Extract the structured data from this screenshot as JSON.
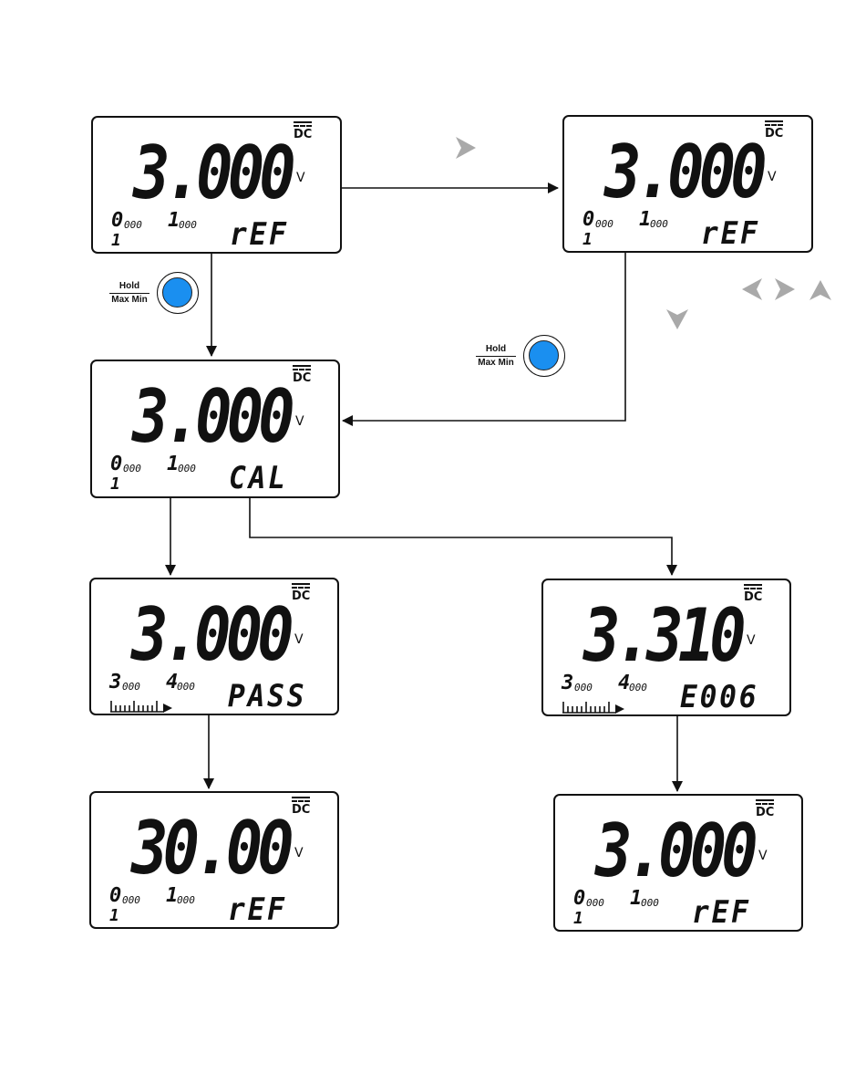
{
  "colors": {
    "line": "#111111",
    "button_fill": "#1a8ff0",
    "nav_icon": "#a9a9a9"
  },
  "displays": [
    {
      "id": "ref-initial",
      "main": "3.000",
      "unit": "V",
      "dc": "DC",
      "mode": "rEF",
      "sub_left_big": "0",
      "sub_left_small": "000",
      "sub_left_below": "1",
      "sub_right_big": "1",
      "sub_right_small": "000"
    },
    {
      "id": "ref-selected",
      "main": "3.000",
      "unit": "V",
      "dc": "DC",
      "mode": "rEF",
      "sub_left_big": "0",
      "sub_left_small": "000",
      "sub_left_below": "1",
      "sub_right_big": "1",
      "sub_right_small": "000"
    },
    {
      "id": "cal",
      "main": "3.000",
      "unit": "V",
      "dc": "DC",
      "mode": "CAL",
      "sub_left_big": "0",
      "sub_left_small": "000",
      "sub_left_below": "1",
      "sub_right_big": "1",
      "sub_right_small": "000"
    },
    {
      "id": "pass",
      "main": "3.000",
      "unit": "V",
      "dc": "DC",
      "mode": "PASS",
      "sub_left_big": "3",
      "sub_left_small": "000",
      "sub_right_big": "4",
      "sub_right_small": "000",
      "bargraph": true
    },
    {
      "id": "error",
      "main": "3.310",
      "unit": "V",
      "dc": "DC",
      "mode": "E006",
      "sub_left_big": "3",
      "sub_left_small": "000",
      "sub_right_big": "4",
      "sub_right_small": "000",
      "bargraph": true
    },
    {
      "id": "ref-after-pass",
      "main": "30.00",
      "unit": "V",
      "dc": "DC",
      "mode": "rEF",
      "sub_left_big": "0",
      "sub_left_small": "000",
      "sub_left_below": "1",
      "sub_right_big": "1",
      "sub_right_small": "000"
    },
    {
      "id": "ref-after-error",
      "main": "3.000",
      "unit": "V",
      "dc": "DC",
      "mode": "rEF",
      "sub_left_big": "0",
      "sub_left_small": "000",
      "sub_left_below": "1",
      "sub_right_big": "1",
      "sub_right_small": "000"
    }
  ],
  "buttons": [
    {
      "id": "hold-1",
      "label_top": "Hold",
      "label_bottom": "Max Min"
    },
    {
      "id": "hold-2",
      "label_top": "Hold",
      "label_bottom": "Max Min"
    }
  ],
  "icons": {
    "right_single": "triangle-right-icon",
    "nav_set": [
      "triangle-left-icon",
      "triangle-right-icon",
      "triangle-up-icon",
      "triangle-down-icon"
    ]
  }
}
